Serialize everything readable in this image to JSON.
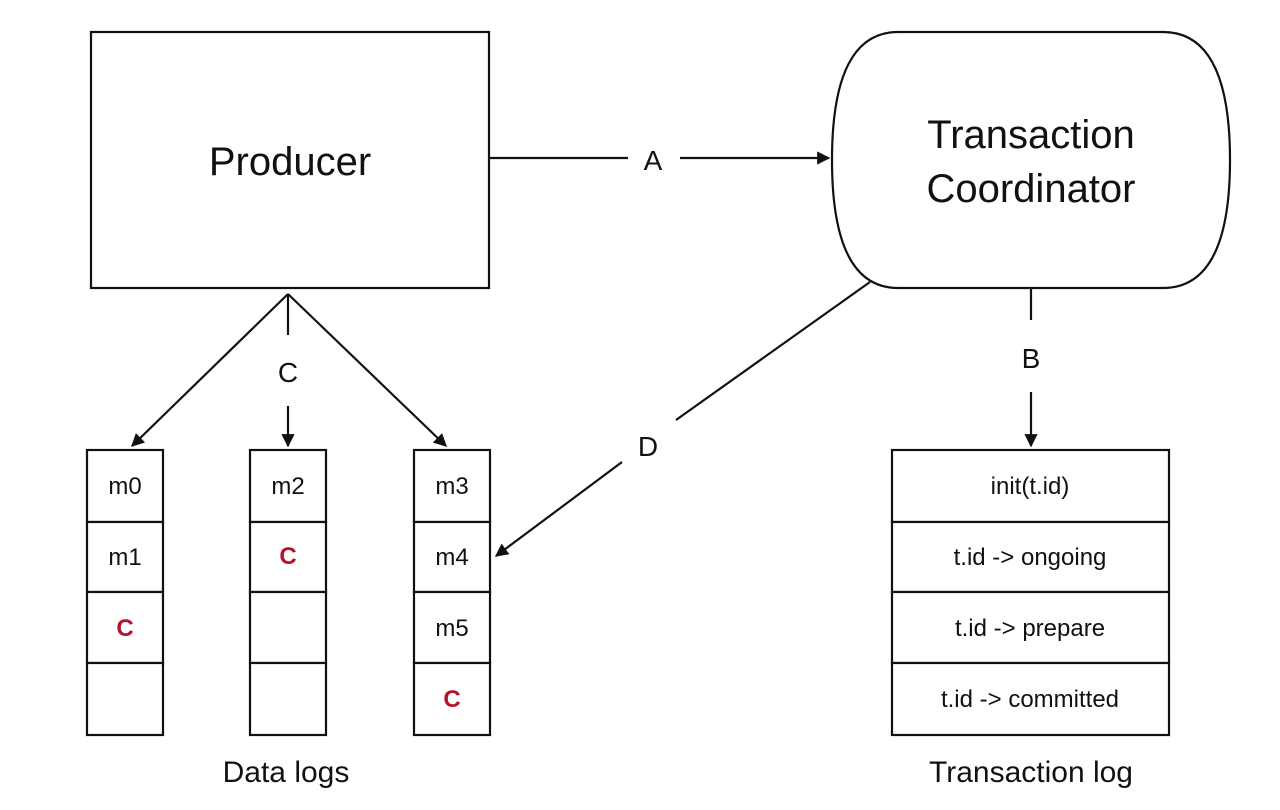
{
  "producer": {
    "label": "Producer"
  },
  "coordinator": {
    "line1": "Transaction",
    "line2": "Coordinator"
  },
  "edges": {
    "a": "A",
    "b": "B",
    "c": "C",
    "d": "D"
  },
  "colors": {
    "marker": "#b5122b",
    "stroke": "#111111"
  },
  "data_logs": {
    "caption": "Data logs",
    "logs": [
      {
        "cells": [
          {
            "text": "m0"
          },
          {
            "text": "m1"
          },
          {
            "text": "C"
          },
          {
            "text": ""
          }
        ]
      },
      {
        "cells": [
          {
            "text": "m2"
          },
          {
            "text": "C"
          },
          {
            "text": ""
          },
          {
            "text": ""
          }
        ]
      },
      {
        "cells": [
          {
            "text": "m3"
          },
          {
            "text": "m4"
          },
          {
            "text": "m5"
          },
          {
            "text": "C"
          }
        ]
      }
    ]
  },
  "transaction_log": {
    "caption": "Transaction log",
    "entries": [
      {
        "text": "init(t.id)"
      },
      {
        "text": "t.id -> ongoing"
      },
      {
        "text": "t.id -> prepare"
      },
      {
        "text": "t.id -> committed"
      }
    ]
  }
}
